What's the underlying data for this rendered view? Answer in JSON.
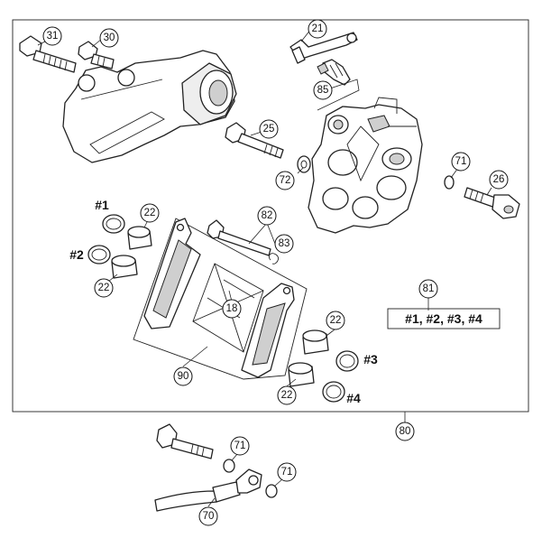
{
  "callouts": [
    "31",
    "30",
    "21",
    "85",
    "25",
    "72",
    "71",
    "26",
    "22",
    "22",
    "82",
    "83",
    "18",
    "81",
    "22",
    "90",
    "22",
    "80",
    "71",
    "71",
    "70"
  ],
  "hash_labels": [
    "#1",
    "#2",
    "#3",
    "#4"
  ],
  "pad_set_label": "#1, #2, #3, #4"
}
